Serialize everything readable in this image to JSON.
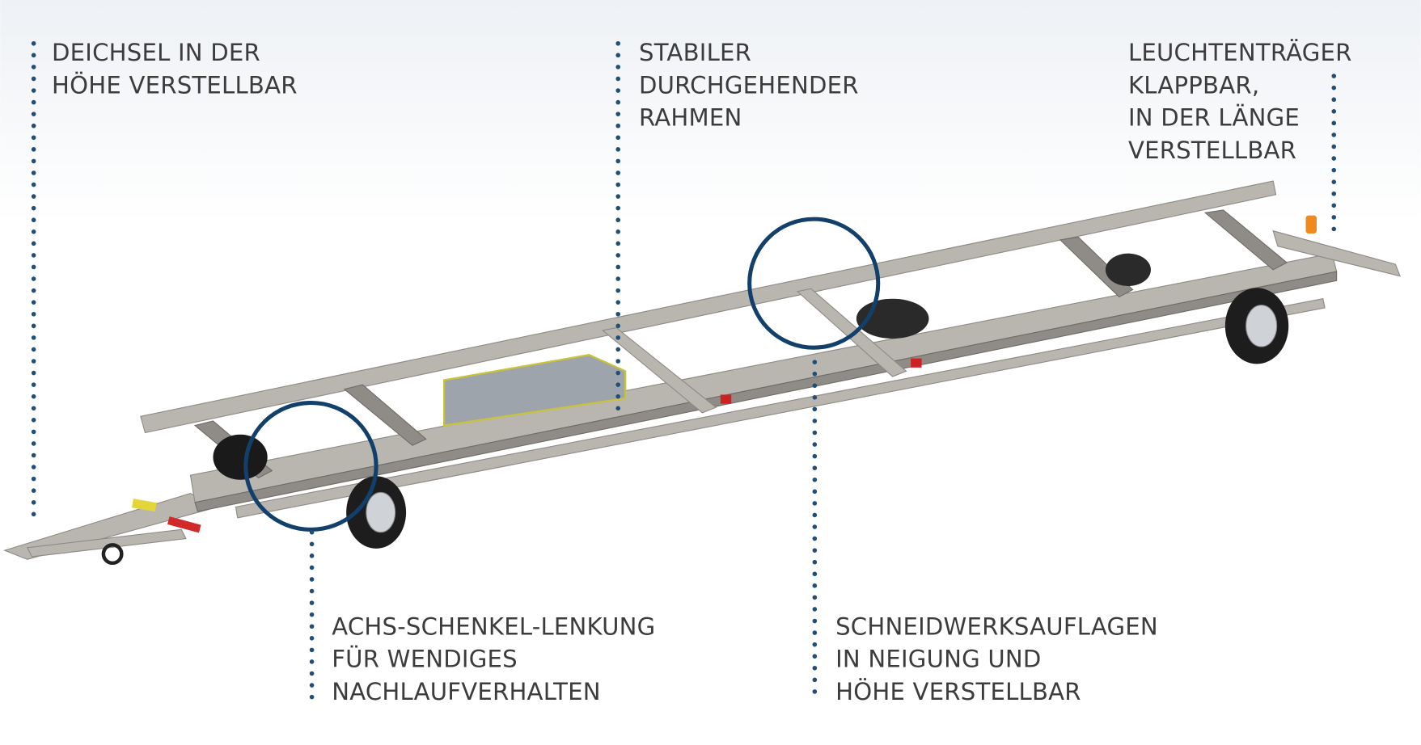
{
  "labels": {
    "drawbar": [
      "DEICHSEL IN DER",
      "HÖHE VERSTELLBAR"
    ],
    "frame": [
      "STABILER",
      "DURCHGEHENDER",
      "RAHMEN"
    ],
    "light_carrier": [
      "LEUCHTENTRÄGER",
      "KLAPPBAR,",
      "IN DER LÄNGE",
      "VERSTELLBAR"
    ],
    "steering": [
      "ACHS-SCHENKEL-LENKUNG",
      "FÜR WENDIGES",
      "NACHLAUFVERHALTEN"
    ],
    "header_supports": [
      "SCHNEIDWERKSAUFLAGEN",
      "IN NEIGUNG UND",
      "HÖHE VERSTELLBAR"
    ]
  },
  "colors": {
    "callout": "#1f4e79",
    "ring": "#12406b",
    "text": "#3c3c3c"
  }
}
